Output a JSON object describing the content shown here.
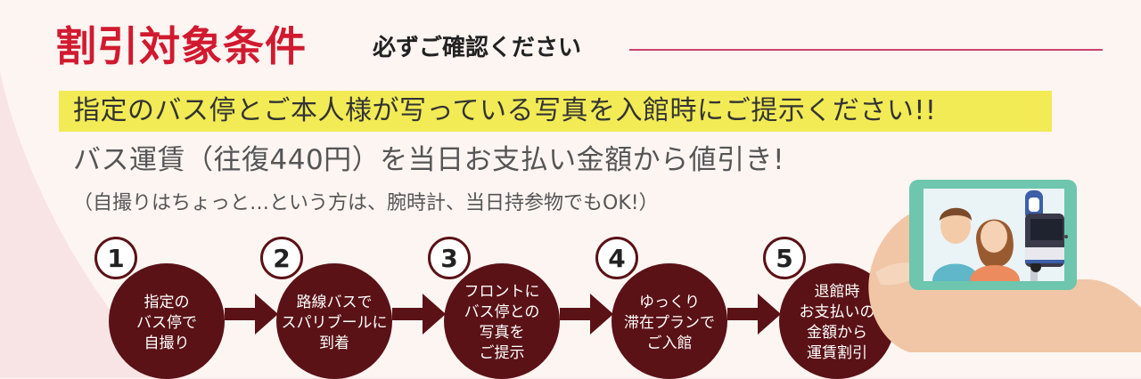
{
  "heading": {
    "main": "割引対象条件",
    "sub": "必ずご確認ください"
  },
  "notice": {
    "highlight_line": "指定のバス停とご本人様が写っている写真を入館時にご提示ください!!",
    "discount_line": "バス運賃（往復440円）を当日お支払い金額から値引き!",
    "note_line": "（自撮りはちょっと…という方は、腕時計、当日持参物でもOK!）"
  },
  "steps": [
    {
      "number": "1",
      "text": "指定の\nバス停で\n自撮り"
    },
    {
      "number": "2",
      "text": "路線バスで\nスパリブールに\n到着"
    },
    {
      "number": "3",
      "text": "フロントに\nバス停との\n写真を\nご提示"
    },
    {
      "number": "4",
      "text": "ゆっくり\n滞在プランで\nご入館"
    },
    {
      "number": "5",
      "text": "退館時\nお支払いの\n金額から\n運賃割引"
    }
  ],
  "colors": {
    "accent_red": "#d11a2f",
    "step_circle": "#5a1216",
    "highlight_yellow": "#f2eb55",
    "background": "#fbeeee"
  },
  "icons": [
    "arrow-right-icon",
    "phone-photo-illustration",
    "hand-illustration",
    "bus-illustration"
  ]
}
